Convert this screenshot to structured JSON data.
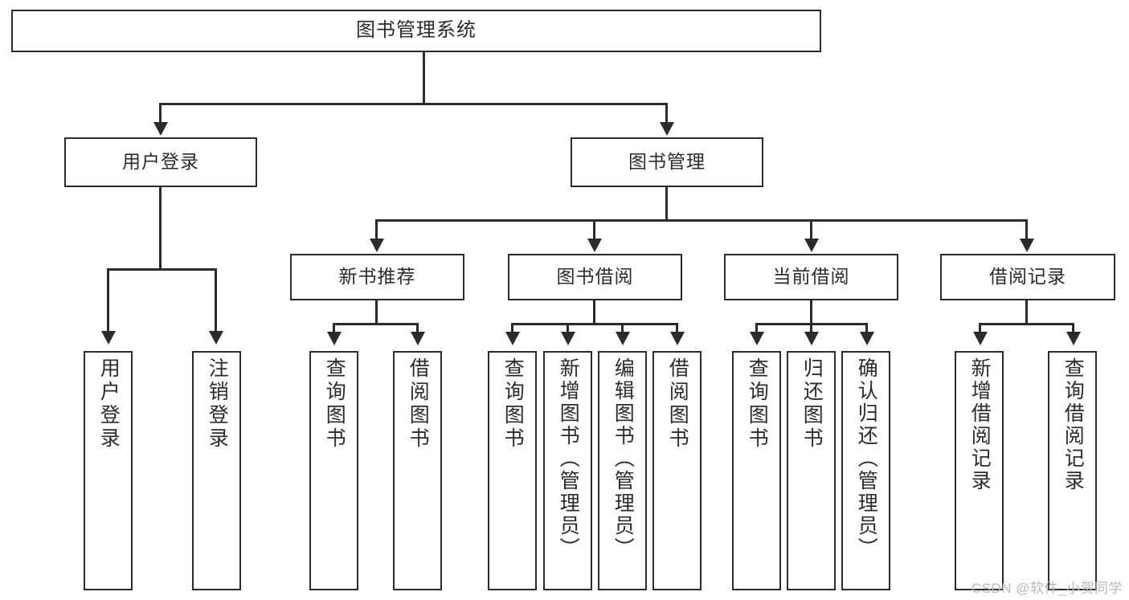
{
  "diagram": {
    "type": "hierarchy-tree",
    "title": "图书管理系统",
    "watermark": "CSDN @软件_小贺同学",
    "colors": {
      "stroke": "#2b2b2b",
      "fill": "#ffffff",
      "watermark": "#b9b9b9"
    },
    "root": {
      "label": "图书管理系统"
    },
    "level2": [
      {
        "label": "用户登录"
      },
      {
        "label": "图书管理"
      }
    ],
    "level3": [
      {
        "label": "新书推荐"
      },
      {
        "label": "图书借阅"
      },
      {
        "label": "当前借阅"
      },
      {
        "label": "借阅记录"
      }
    ],
    "leaves": {
      "user_login": [
        {
          "label": "用户登录"
        },
        {
          "label": "注销登录"
        }
      ],
      "new_book": [
        {
          "label": "查询图书"
        },
        {
          "label": "借阅图书"
        }
      ],
      "book_borrow": [
        {
          "label": "查询图书"
        },
        {
          "label": "新增图书（管理员）"
        },
        {
          "label": "编辑图书（管理员）"
        },
        {
          "label": "借阅图书"
        }
      ],
      "current_borrow": [
        {
          "label": "查询图书"
        },
        {
          "label": "归还图书"
        },
        {
          "label": "确认归还（管理员）"
        }
      ],
      "borrow_record": [
        {
          "label": "新增借阅记录"
        },
        {
          "label": "查询借阅记录"
        }
      ]
    }
  }
}
